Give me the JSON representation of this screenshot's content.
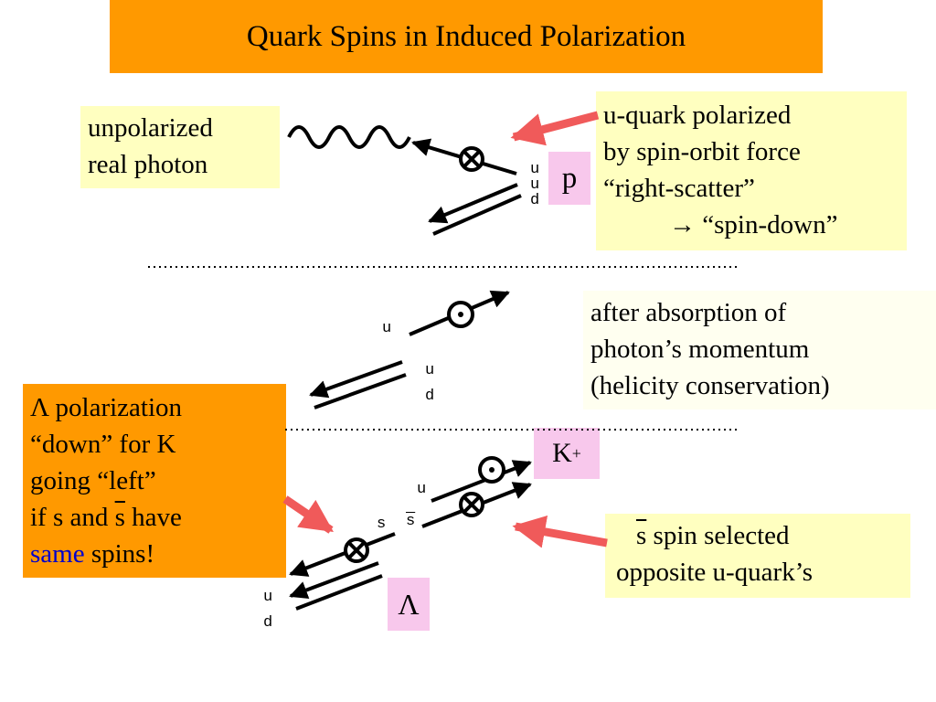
{
  "title": "Quark Spins in Induced Polarization",
  "boxes": {
    "photon": [
      "unpolarized",
      "real photon"
    ],
    "uquark": [
      "u-quark polarized",
      "by spin-orbit force",
      "“right-scatter”",
      "→  “spin-down”"
    ],
    "absorption": [
      "after absorption of",
      "photon’s momentum",
      "(helicity conservation)"
    ],
    "lambda_pol": {
      "line1": "Λ polarization",
      "line2": "“down” for K",
      "line3": "going “left”",
      "line4_pre": "if s and ",
      "line4_sbar": "s",
      "line4_post": " have",
      "line5_same": "same",
      "line5_post": " spins!"
    },
    "sbar": {
      "line1_sbar": "s",
      "line1_post": " spin selected",
      "line2": "opposite u-quark’s"
    }
  },
  "particles": {
    "p": "p",
    "kplus": "K",
    "kplus_sup": "+",
    "lambda": "Λ"
  },
  "quark_labels": {
    "top_u1": "u",
    "top_u2": "u",
    "top_d": "d",
    "mid_u": "u",
    "mid_u2": "u",
    "mid_d": "d",
    "bot_u": "u",
    "bot_s": "s",
    "bot_sbar": "s",
    "bot_lu": "u",
    "bot_ld": "d"
  },
  "colors": {
    "title_bg": "#ff9900",
    "yellow_box": "#ffffc0",
    "pink_box": "#f8c8ec",
    "arrow_red": "#f05a5a",
    "same_text": "#0000cc"
  }
}
